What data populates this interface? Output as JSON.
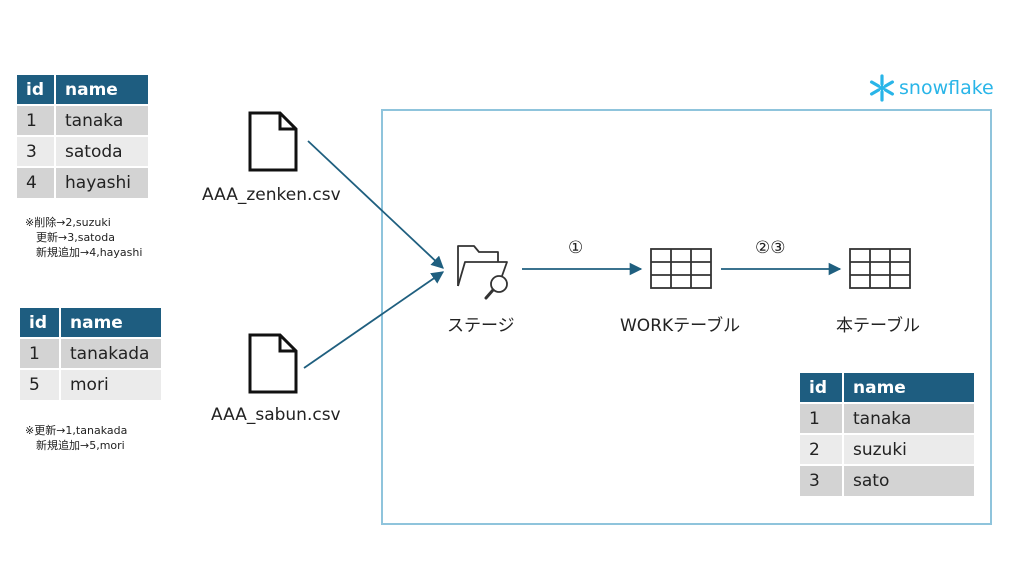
{
  "brand": {
    "name": "snowflake",
    "color": "#29b5e8"
  },
  "tables": {
    "zenken": {
      "header": {
        "id": "id",
        "name": "name"
      },
      "rows": [
        {
          "id": "1",
          "name": "tanaka"
        },
        {
          "id": "3",
          "name": "satoda"
        },
        {
          "id": "4",
          "name": "hayashi"
        }
      ],
      "note": "※削除→2,suzuki\n　更新→3,satoda\n　新規追加→4,hayashi"
    },
    "sabun": {
      "header": {
        "id": "id",
        "name": "name"
      },
      "rows": [
        {
          "id": "1",
          "name": "tanakada"
        },
        {
          "id": "5",
          "name": "mori"
        }
      ],
      "note": "※更新→1,tanakada\n　新規追加→5,mori"
    },
    "main": {
      "header": {
        "id": "id",
        "name": "name"
      },
      "rows": [
        {
          "id": "1",
          "name": "tanaka"
        },
        {
          "id": "2",
          "name": "suzuki"
        },
        {
          "id": "3",
          "name": "sato"
        }
      ]
    }
  },
  "files": {
    "zenken": {
      "label": "AAA_zenken.csv",
      "icon": "file-icon"
    },
    "sabun": {
      "label": "AAA_sabun.csv",
      "icon": "file-icon"
    }
  },
  "nodes": {
    "stage": {
      "label": "ステージ",
      "icon": "folder-search-icon"
    },
    "work": {
      "label": "WORKテーブル",
      "icon": "table-grid-icon"
    },
    "main": {
      "label": "本テーブル",
      "icon": "table-grid-icon"
    }
  },
  "steps": {
    "step1": "①",
    "step23": "②③"
  },
  "colors": {
    "header": "#1e5d80",
    "row_dark": "#d3d3d3",
    "row_light": "#ebebeb",
    "arrow": "#1f5f7f",
    "frame": "#8fc4dc"
  }
}
